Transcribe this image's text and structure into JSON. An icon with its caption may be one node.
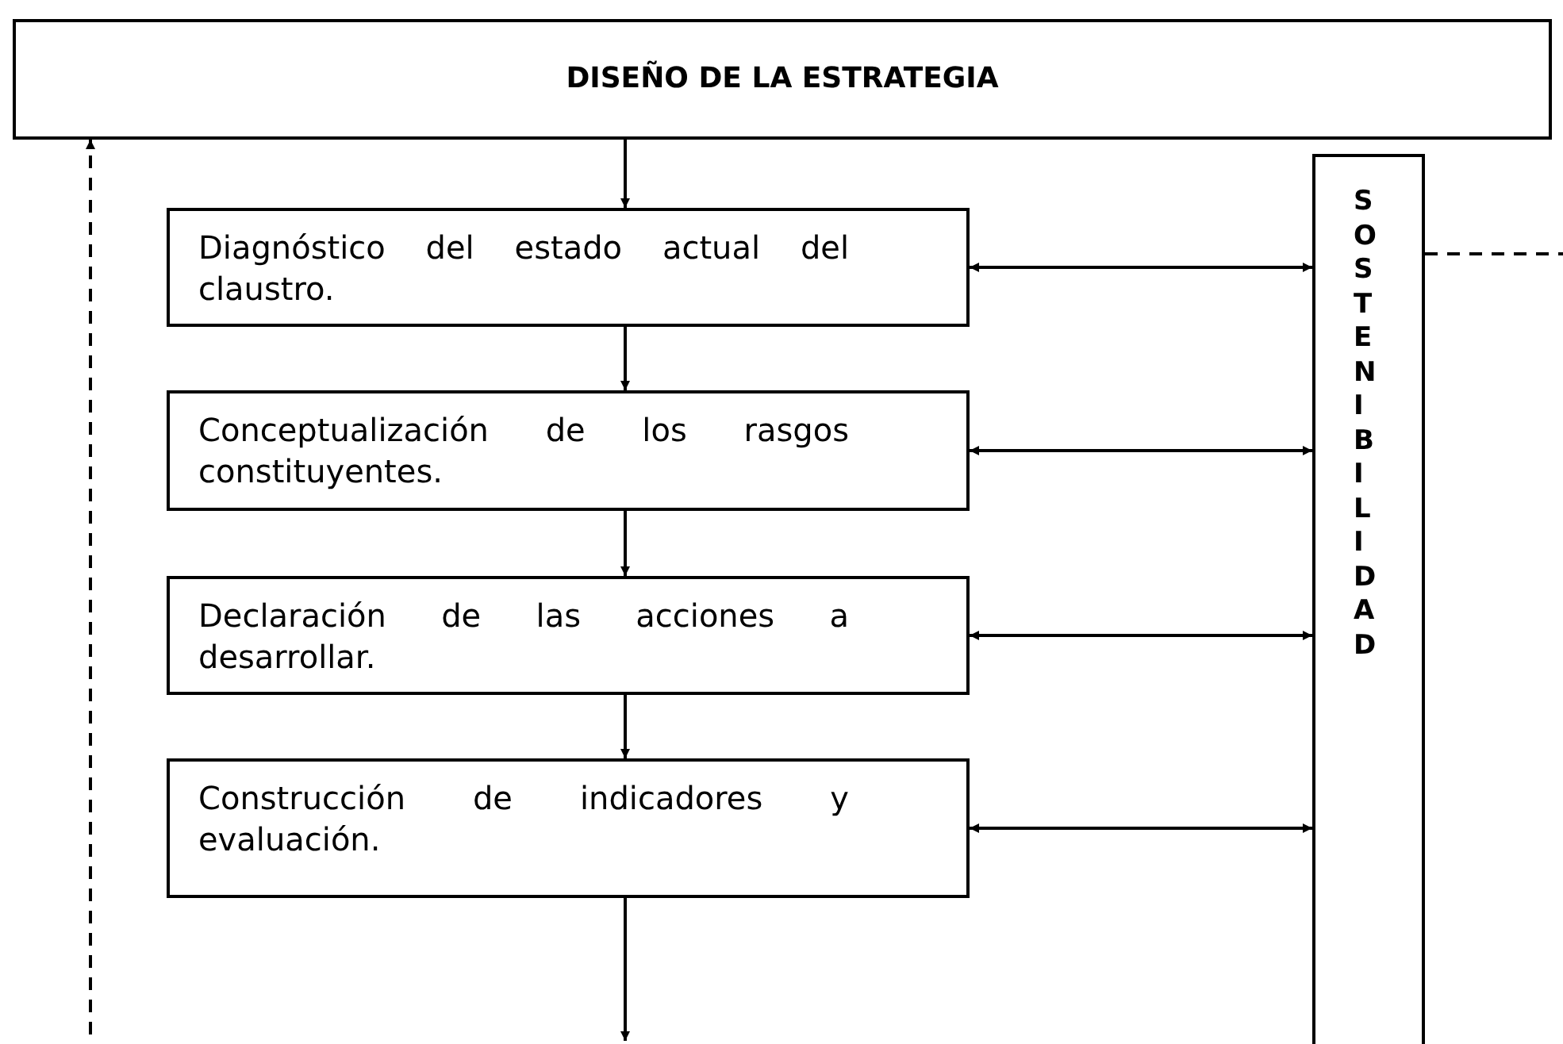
{
  "diagram": {
    "nodes": [
      {
        "text": [
          "DISEÑO DE LA ESTRATEGIA"
        ]
      },
      {
        "text": [
          "Diagnóstico del estado actual del claustro."
        ]
      },
      {
        "text": [
          "Conceptualización de los rasgos constituyentes."
        ]
      },
      {
        "text": [
          "Declaración de las acciones a desarrollar."
        ]
      },
      {
        "text": [
          "Construcción de indicadores y evaluación."
        ]
      },
      {
        "text": [
          "SOSTENIBILIDAD"
        ]
      }
    ],
    "edges": [
      {
        "from": 0,
        "to": 1,
        "arrow": "to"
      },
      {
        "from": 1,
        "to": 2,
        "arrow": "to"
      },
      {
        "from": 2,
        "to": 3,
        "arrow": "to"
      },
      {
        "from": 3,
        "to": 4,
        "arrow": "to"
      },
      {
        "from": 4,
        "to": null,
        "arrow": "to"
      },
      {
        "from": null,
        "to": 0,
        "arrow": "to",
        "style": "dashed"
      },
      {
        "from": 1,
        "to": 5,
        "arrow": "both"
      },
      {
        "from": 2,
        "to": 5,
        "arrow": "both"
      },
      {
        "from": 3,
        "to": 5,
        "arrow": "both"
      },
      {
        "from": 4,
        "to": 5,
        "arrow": "both"
      },
      {
        "from": 5,
        "to": null,
        "arrow": "none",
        "style": "dashed"
      }
    ]
  }
}
